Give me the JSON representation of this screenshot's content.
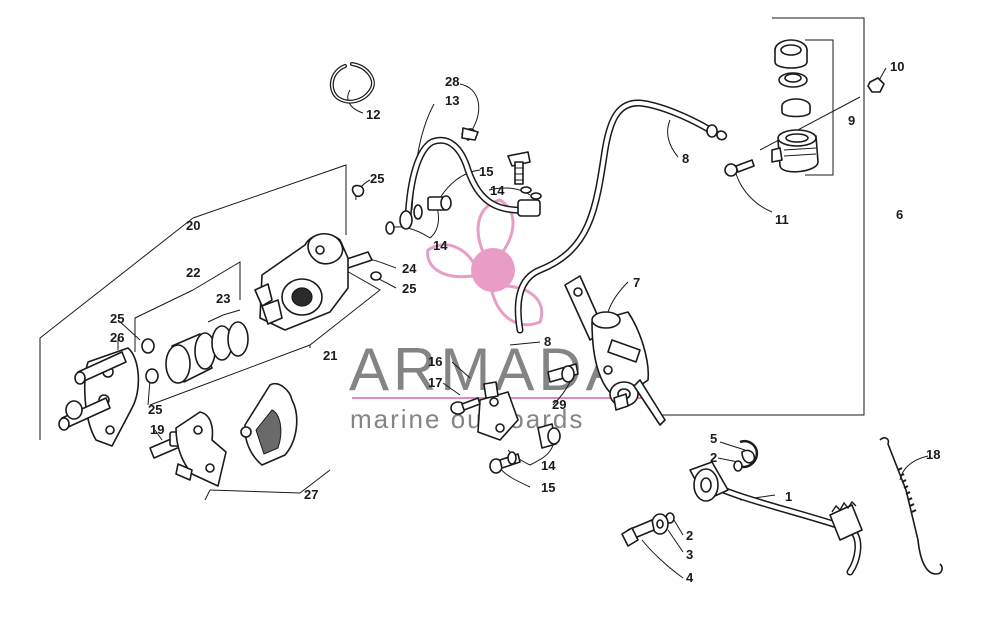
{
  "callouts": [
    "1",
    "2",
    "2",
    "3",
    "4",
    "5",
    "6",
    "7",
    "8",
    "8",
    "9",
    "10",
    "11",
    "12",
    "13",
    "14",
    "14",
    "14",
    "15",
    "15",
    "16",
    "17",
    "18",
    "19",
    "20",
    "21",
    "22",
    "23",
    "24",
    "25",
    "25",
    "25",
    "25",
    "26",
    "27",
    "28",
    "29"
  ],
  "watermark": {
    "brand": "ARMADA",
    "tagline": "marine outboards",
    "logo_color": "#e48bbd",
    "text_color": "#6e6e6e"
  }
}
